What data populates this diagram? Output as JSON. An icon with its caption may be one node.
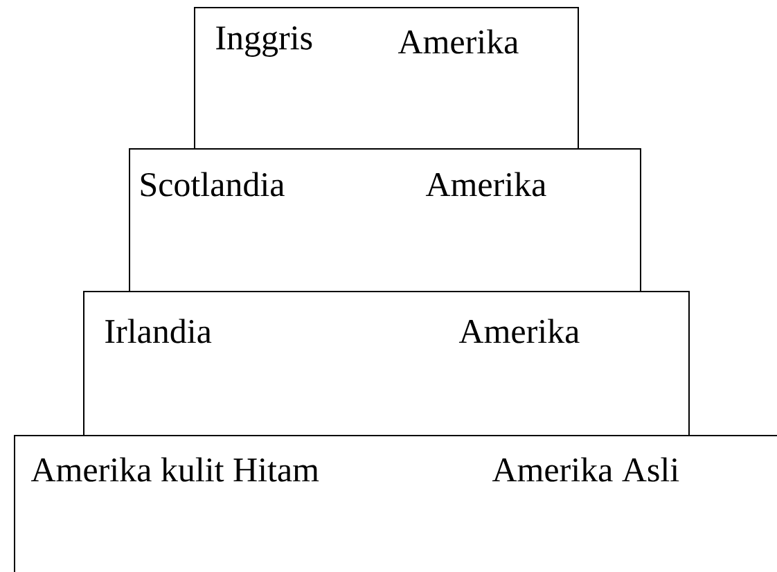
{
  "diagram": {
    "nodes": [
      {
        "text": [
          "Inggris",
          "Amerika"
        ]
      },
      {
        "text": [
          "Scotlandia",
          "Amerika"
        ]
      },
      {
        "text": [
          "Irlandia",
          "Amerika"
        ]
      },
      {
        "text": [
          "Amerika kulit Hitam",
          "Amerika Asli"
        ]
      }
    ]
  }
}
